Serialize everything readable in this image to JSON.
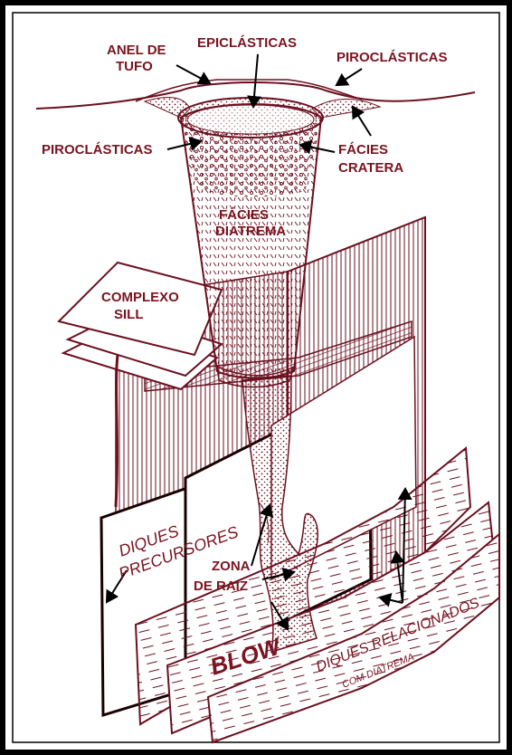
{
  "labels": {
    "anel_de_tufo": [
      "ANEL DE",
      "TUFO"
    ],
    "epiclasticas": "EPICLÁSTICAS",
    "piroclasticas_right": "PIROCLÁSTICAS",
    "piroclasticas_left": "PIROCLÁSTICAS",
    "facies_cratera": [
      "FÁCIES",
      "CRATERA"
    ],
    "facies_diatrema": [
      "FÁCIES",
      "DIATREMA"
    ],
    "complexo_sill": [
      "COMPLEXO",
      "SILL"
    ],
    "diques_precursores": [
      "DIQUES",
      "PRECURSORES"
    ],
    "zona_de_raiz": [
      "ZONA",
      "DE RAIZ"
    ],
    "blow": "BLOW",
    "diques_relacionados": [
      "DIQUES RELACIONADOS",
      "COM DIATREMA"
    ]
  },
  "colors": {
    "ink": "#6b1020",
    "label": "#7a1420",
    "border": "#000000",
    "paper": "#ffffff"
  }
}
